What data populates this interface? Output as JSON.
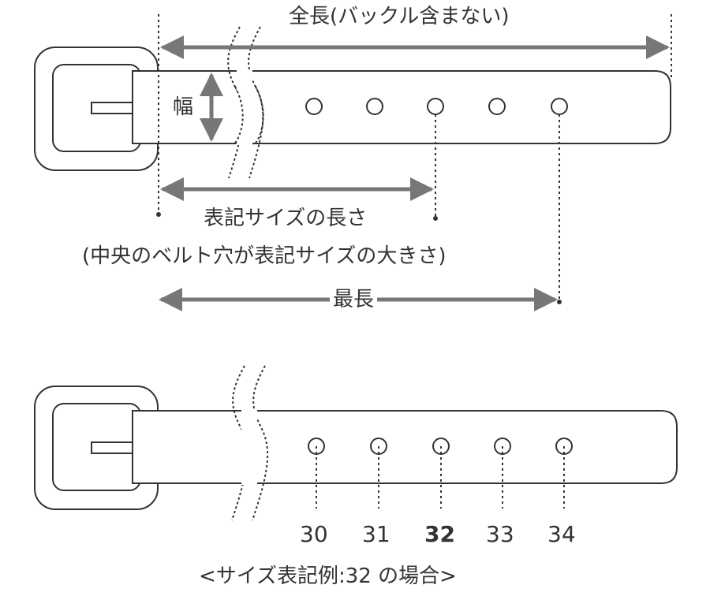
{
  "labels": {
    "total_length": "全長(バックル含まない)",
    "width": "幅",
    "size_length": "表記サイズの長さ",
    "size_note": "(中央のベルト穴が表記サイズの大きさ)",
    "max_length": "最長",
    "example_caption": "<サイズ表記例:32 の場合>"
  },
  "hole_sizes": [
    "30",
    "31",
    "32",
    "33",
    "34"
  ],
  "highlighted_size": "32",
  "colors": {
    "outline": "#333333",
    "arrow": "#777777",
    "text": "#333333"
  }
}
